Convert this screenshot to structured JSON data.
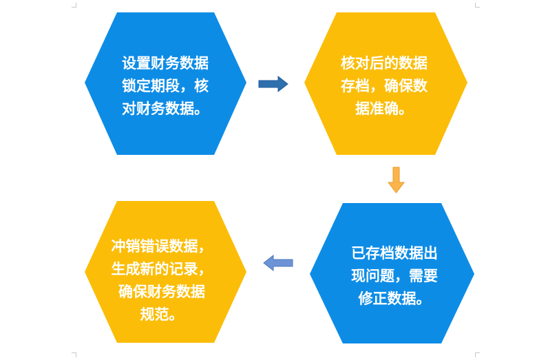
{
  "colors": {
    "blue": "#0d8ce6",
    "yellow": "#fbbd08",
    "text": "#ffffff",
    "arrow_dark_blue": "#2e6fae",
    "arrow_orange": "#fbb44b",
    "arrow_light_blue": "#6c93d6"
  },
  "nodes": [
    {
      "id": "step1",
      "color": "blue",
      "lines": [
        "设置财务数据",
        "锁定期段，核",
        "对财务数据。"
      ]
    },
    {
      "id": "step2",
      "color": "yellow",
      "lines": [
        "核对后的数据",
        "存档，确保数",
        "据准确。"
      ]
    },
    {
      "id": "step3",
      "color": "blue",
      "lines": [
        "已存档数据出",
        "现问题，需要",
        "修正数据。"
      ]
    },
    {
      "id": "step4",
      "color": "yellow",
      "lines": [
        "冲销错误数据，",
        "生成新的记录，",
        "确保财务数据",
        "规范。"
      ]
    }
  ],
  "arrows": [
    {
      "from": "step1",
      "to": "step2",
      "direction": "right",
      "icon": "arrow-right-icon"
    },
    {
      "from": "step2",
      "to": "step3",
      "direction": "down",
      "icon": "arrow-down-icon"
    },
    {
      "from": "step3",
      "to": "step4",
      "direction": "left",
      "icon": "arrow-left-icon"
    }
  ]
}
